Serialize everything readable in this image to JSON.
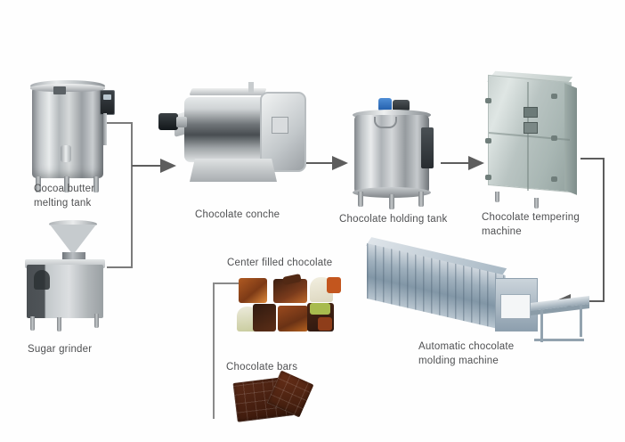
{
  "diagram": {
    "title": "Chocolate production line flow diagram",
    "background_color": "#fefefe",
    "line_color": "#6b6b6b",
    "caption_color": "#4f5052"
  },
  "nodes": [
    {
      "id": "cocoa-butter-melting-tank",
      "label": "Cocoa butter\nmelting tank"
    },
    {
      "id": "sugar-grinder",
      "label": "Sugar grinder"
    },
    {
      "id": "chocolate-conche",
      "label": "Chocolate conche"
    },
    {
      "id": "chocolate-holding-tank",
      "label": "Chocolate holding tank"
    },
    {
      "id": "chocolate-tempering-machine",
      "label": "Chocolate tempering\nmachine"
    },
    {
      "id": "automatic-chocolate-molding-machine",
      "label": "Automatic chocolate\nmolding machine"
    },
    {
      "id": "center-filled-chocolate",
      "label": "Center filled chocolate"
    },
    {
      "id": "chocolate-bars",
      "label": "Chocolate bars"
    }
  ],
  "flow": [
    {
      "from": "cocoa-butter-melting-tank",
      "to": "chocolate-conche"
    },
    {
      "from": "sugar-grinder",
      "to": "chocolate-conche"
    },
    {
      "from": "chocolate-conche",
      "to": "chocolate-holding-tank"
    },
    {
      "from": "chocolate-holding-tank",
      "to": "chocolate-tempering-machine"
    },
    {
      "from": "chocolate-tempering-machine",
      "to": "automatic-chocolate-molding-machine"
    },
    {
      "from": "automatic-chocolate-molding-machine",
      "to": "center-filled-chocolate"
    },
    {
      "from": "automatic-chocolate-molding-machine",
      "to": "chocolate-bars"
    }
  ],
  "chocolate_pieces": {
    "row1": [
      "#a8521f",
      "#5a2c18",
      "#e9e2cf"
    ],
    "row2": [
      "#d9d6b8",
      "#7a3b1c",
      "#9fb34a"
    ],
    "accents": [
      "#c8631f",
      "#3c2014",
      "#b8531e"
    ]
  }
}
